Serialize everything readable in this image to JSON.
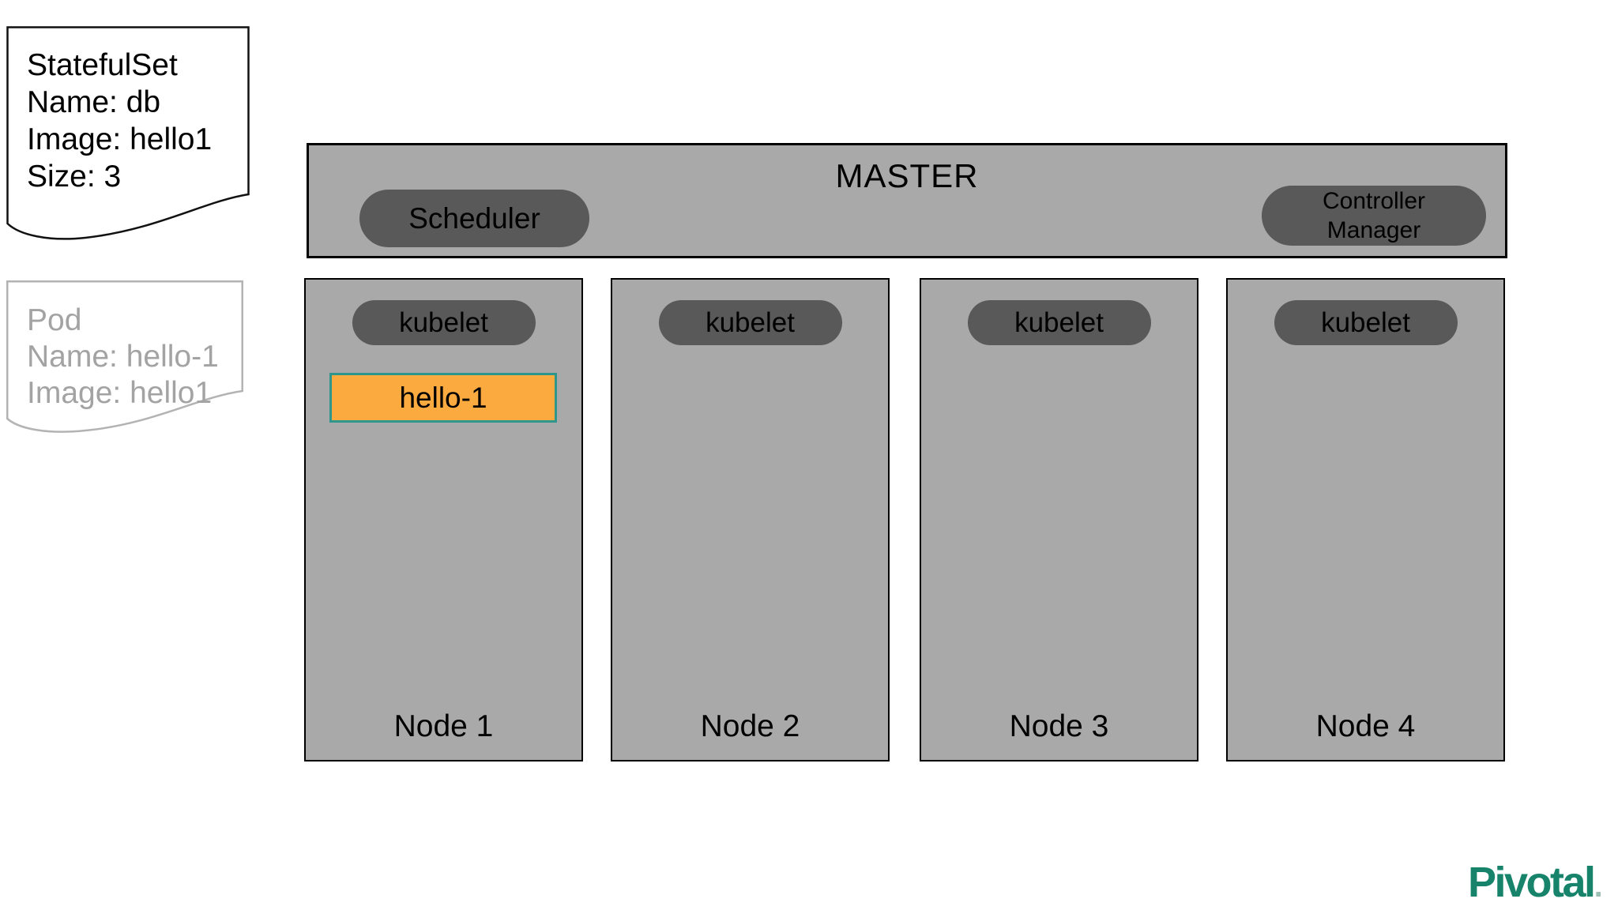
{
  "notes": {
    "statefulset": {
      "lines": [
        "StatefulSet",
        "Name: db",
        "Image: hello1",
        "Size: 3"
      ]
    },
    "pod": {
      "lines": [
        "Pod",
        "Name: hello-1",
        "Image: hello1"
      ]
    }
  },
  "master": {
    "title": "MASTER",
    "scheduler_label": "Scheduler",
    "controller_manager_label": "Controller Manager"
  },
  "nodes": [
    {
      "label": "Node 1",
      "kubelet_label": "kubelet",
      "pods": [
        {
          "label": "hello-1"
        }
      ]
    },
    {
      "label": "Node 2",
      "kubelet_label": "kubelet",
      "pods": []
    },
    {
      "label": "Node 3",
      "kubelet_label": "kubelet",
      "pods": []
    },
    {
      "label": "Node 4",
      "kubelet_label": "kubelet",
      "pods": []
    }
  ],
  "branding": {
    "logo_text": "Pivotal",
    "logo_suffix": "."
  },
  "colors": {
    "container_fill": "#a9a9a9",
    "container_border": "#000000",
    "pill_fill": "#595959",
    "pod_fill": "#fbaa40",
    "pod_border": "#2e968c",
    "muted_note": "#a3a3a3",
    "logo_teal": "#17836a"
  }
}
